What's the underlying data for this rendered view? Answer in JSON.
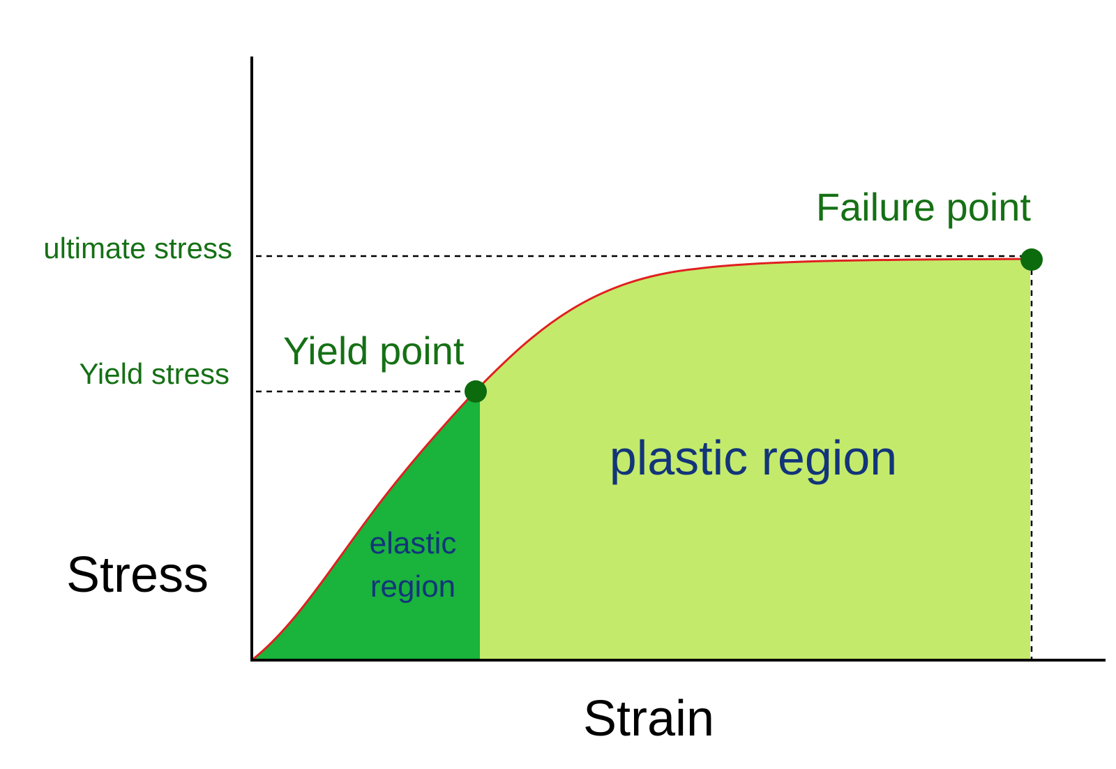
{
  "labels": {
    "y_axis": "Stress",
    "x_axis": "Strain",
    "ultimate_stress": "ultimate stress",
    "yield_stress": "Yield stress",
    "yield_point": "Yield point",
    "failure_point": "Failure point",
    "elastic_region_line1": "elastic",
    "elastic_region_line2": "region",
    "plastic_region": "plastic region"
  },
  "colors": {
    "axis": "#000000",
    "curve": "#e02020",
    "elastic_fill": "#1ab33c",
    "plastic_fill": "#c4ea6b",
    "marker": "#0c6b0c",
    "green_label": "#157015",
    "region_label": "#12357a",
    "guide_line": "#000000"
  }
}
